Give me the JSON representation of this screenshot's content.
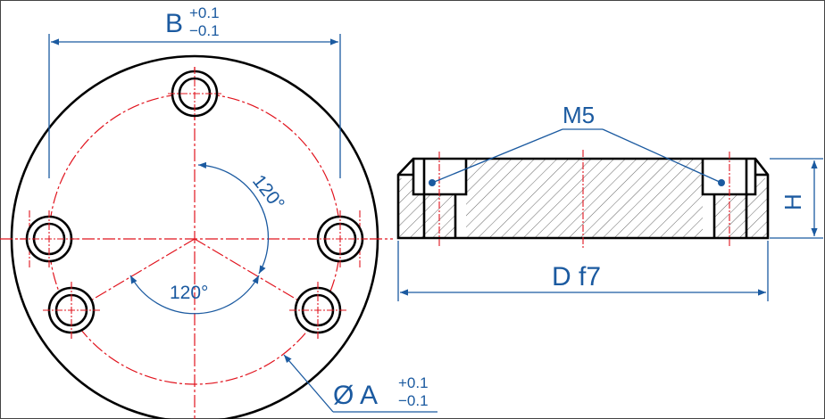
{
  "labels": {
    "b_dim": "B",
    "b_tol_plus": "+0.1",
    "b_tol_minus": "−0.1",
    "angle_top": "120°",
    "angle_bottom": "120°",
    "thread": "M5",
    "height": "H",
    "diameter": "D f7",
    "dia_a_symbol": "Ø A",
    "a_tol_plus": "+0.1",
    "a_tol_minus": "−0.1"
  },
  "colors": {
    "outline": "#000000",
    "centerline": "#e1141e",
    "dimension": "#1b5aa0",
    "hatch": "#555555",
    "frame": "#444444"
  }
}
